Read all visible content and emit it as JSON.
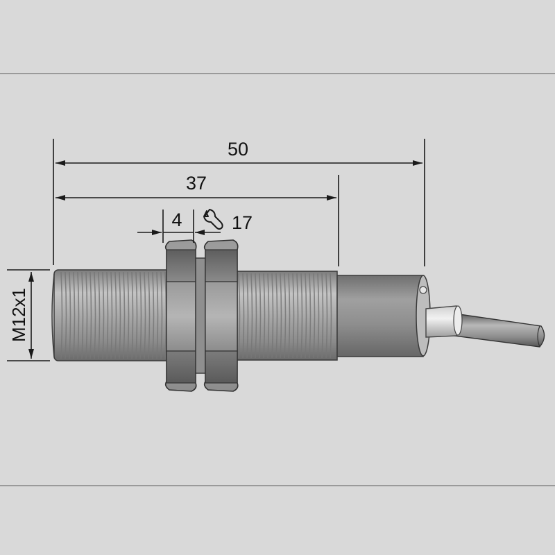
{
  "dimensions": {
    "overall_length": "50",
    "housing_length": "37",
    "nut_thickness": "4",
    "wrench_size": "17",
    "thread_spec": "M12x1"
  },
  "icons": {
    "wrench": "wrench-icon"
  },
  "colors": {
    "background": "#d9d9d9",
    "metal_light": "#bdbdbd",
    "metal_mid": "#9c9c9c",
    "metal_dark": "#6a6a6a",
    "outline": "#333333",
    "dimension_line": "#1a1a1a"
  }
}
